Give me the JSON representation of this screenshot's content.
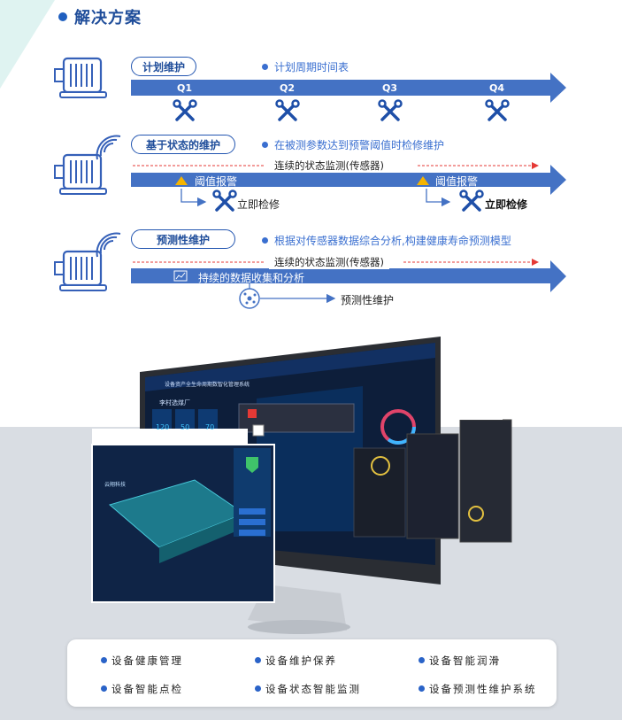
{
  "title": "解决方案",
  "plans": [
    {
      "label": "计划维护",
      "desc": "计划周期时间表",
      "quarters": [
        "Q1",
        "Q2",
        "Q3",
        "Q4"
      ]
    },
    {
      "label": "基于状态的维护",
      "desc": "在被测参数达到预警阈值时检修维护",
      "monitor": "连续的状态监测(传感器)",
      "alarm1": "阈值报警",
      "alarm2": "阈值报警",
      "action1": "立即检修",
      "action2": "立即检修"
    },
    {
      "label": "预测性维护",
      "desc": "根据对传感器数据综合分析,构建健康寿命预测模型",
      "monitor": "连续的状态监测(传感器)",
      "collect": "持续的数据收集和分析",
      "result": "预测性维护"
    }
  ],
  "screen": {
    "system_title": "设备资产全生命周期数智化管理系统",
    "factory": "李村选煤厂",
    "stats": [
      "120",
      "50",
      "70"
    ],
    "logo": "云翔科技"
  },
  "features": [
    "设备健康管理",
    "设备维护保养",
    "设备智能润滑",
    "设备智能点检",
    "设备状态智能监测",
    "设备预测性维护系统"
  ],
  "colors": {
    "arrow": "#4472c4",
    "accent": "#1f4d9a",
    "alarm": "#e53935",
    "bg_gray": "#d9dde3"
  }
}
